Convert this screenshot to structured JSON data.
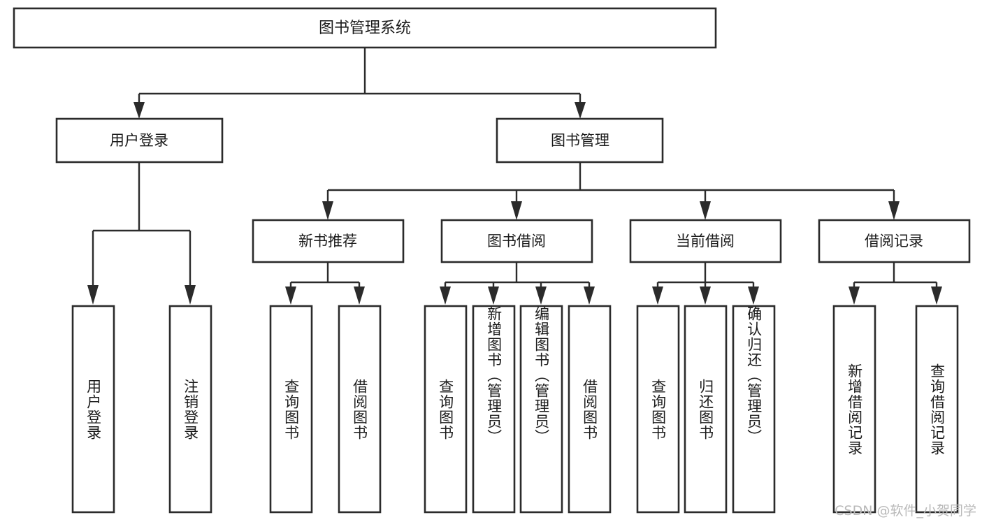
{
  "diagram": {
    "type": "tree",
    "title_node": {
      "id": "root",
      "label": "图书管理系统"
    },
    "level2": [
      {
        "id": "user-login",
        "label": "用户登录"
      },
      {
        "id": "book-manage",
        "label": "图书管理"
      }
    ],
    "level3": [
      {
        "id": "new-book-rec",
        "label": "新书推荐",
        "parent": "book-manage"
      },
      {
        "id": "book-borrow",
        "label": "图书借阅",
        "parent": "book-manage"
      },
      {
        "id": "current-borrow",
        "label": "当前借阅",
        "parent": "book-manage"
      },
      {
        "id": "borrow-record",
        "label": "借阅记录",
        "parent": "book-manage"
      }
    ],
    "leaves": [
      {
        "id": "leaf-user-login",
        "label": "用户登录",
        "parent": "user-login"
      },
      {
        "id": "leaf-logout",
        "label": "注销登录",
        "parent": "user-login"
      },
      {
        "id": "leaf-query-book-1",
        "label": "查询图书",
        "parent": "new-book-rec"
      },
      {
        "id": "leaf-borrow-book-1",
        "label": "借阅图书",
        "parent": "new-book-rec"
      },
      {
        "id": "leaf-query-book-2",
        "label": "查询图书",
        "parent": "book-borrow"
      },
      {
        "id": "leaf-add-book",
        "label": "新增图书（管理员）",
        "parent": "book-borrow"
      },
      {
        "id": "leaf-edit-book",
        "label": "编辑图书（管理员）",
        "parent": "book-borrow"
      },
      {
        "id": "leaf-borrow-book-2",
        "label": "借阅图书",
        "parent": "book-borrow"
      },
      {
        "id": "leaf-query-book-3",
        "label": "查询图书",
        "parent": "current-borrow"
      },
      {
        "id": "leaf-return-book",
        "label": "归还图书",
        "parent": "current-borrow"
      },
      {
        "id": "leaf-confirm-return",
        "label": "确认归还（管理员）",
        "parent": "current-borrow"
      },
      {
        "id": "leaf-add-record",
        "label": "新增借阅记录",
        "parent": "borrow-record"
      },
      {
        "id": "leaf-query-record",
        "label": "查询借阅记录",
        "parent": "borrow-record"
      }
    ],
    "colors": {
      "stroke": "#2b2b2b",
      "fill": "#ffffff",
      "text": "#1b1b1b",
      "watermark": "#b9b9b9",
      "background": "#ffffff"
    }
  },
  "watermark": {
    "text": "CSDN @软件_小贺同学"
  }
}
